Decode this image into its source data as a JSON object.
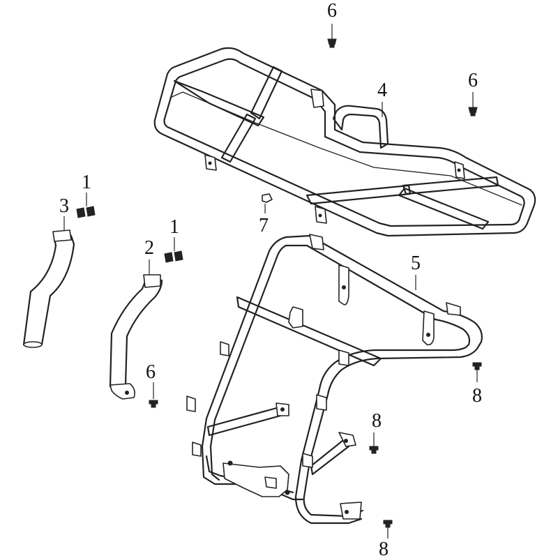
{
  "callouts": {
    "c6_top": "6",
    "c6_right": "6",
    "c4": "4",
    "c1_left": "1",
    "c3": "3",
    "c7": "7",
    "c1_mid": "1",
    "c2": "2",
    "c5": "5",
    "c6_bottom": "6",
    "c8_right": "8",
    "c8_mid": "8",
    "c8_bottom": "8"
  }
}
